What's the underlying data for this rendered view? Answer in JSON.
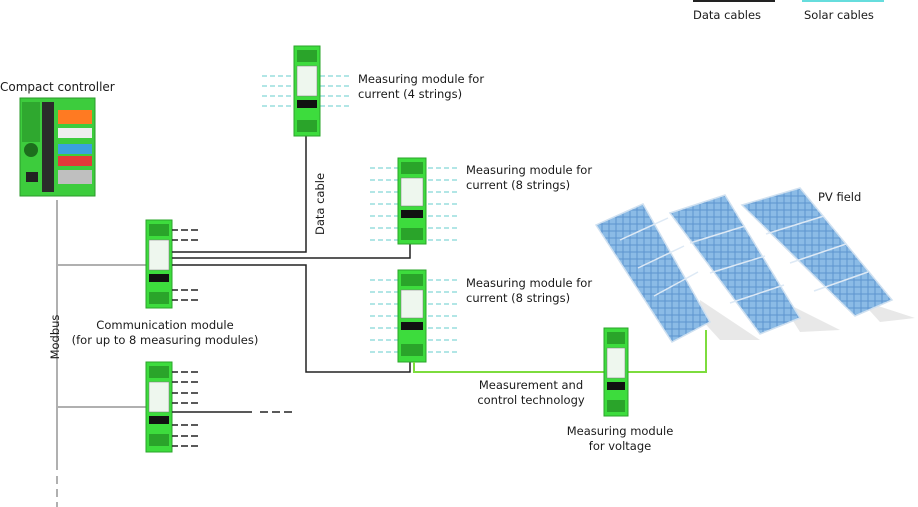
{
  "legend": {
    "data_cables": "Data cables",
    "solar_cables": "Solar cables",
    "data_color": "#222222",
    "solar_color": "#66dddd"
  },
  "labels": {
    "compact_controller": "Compact controller",
    "modbus": "Modbus",
    "data_cable": "Data cable",
    "comm_module_line1": "Communication module",
    "comm_module_line2": "(for up to 8 measuring modules)",
    "mm4_line1": "Measuring module for",
    "mm4_line2": "current (4 strings)",
    "mm8a_line1": "Measuring module for",
    "mm8a_line2": "current (8 strings)",
    "mm8b_line1": "Measuring module for",
    "mm8b_line2": "current (8 strings)",
    "mct_line1": "Measurement and",
    "mct_line2": "control technology",
    "mv_line1": "Measuring module",
    "mv_line2": "for voltage",
    "pv_field": "PV field"
  },
  "colors": {
    "module_green": "#3ddc3d",
    "bus_gray": "#b0b0b0",
    "voltage_line": "#7ddc3d",
    "panel_blue": "#6fa2d4"
  }
}
